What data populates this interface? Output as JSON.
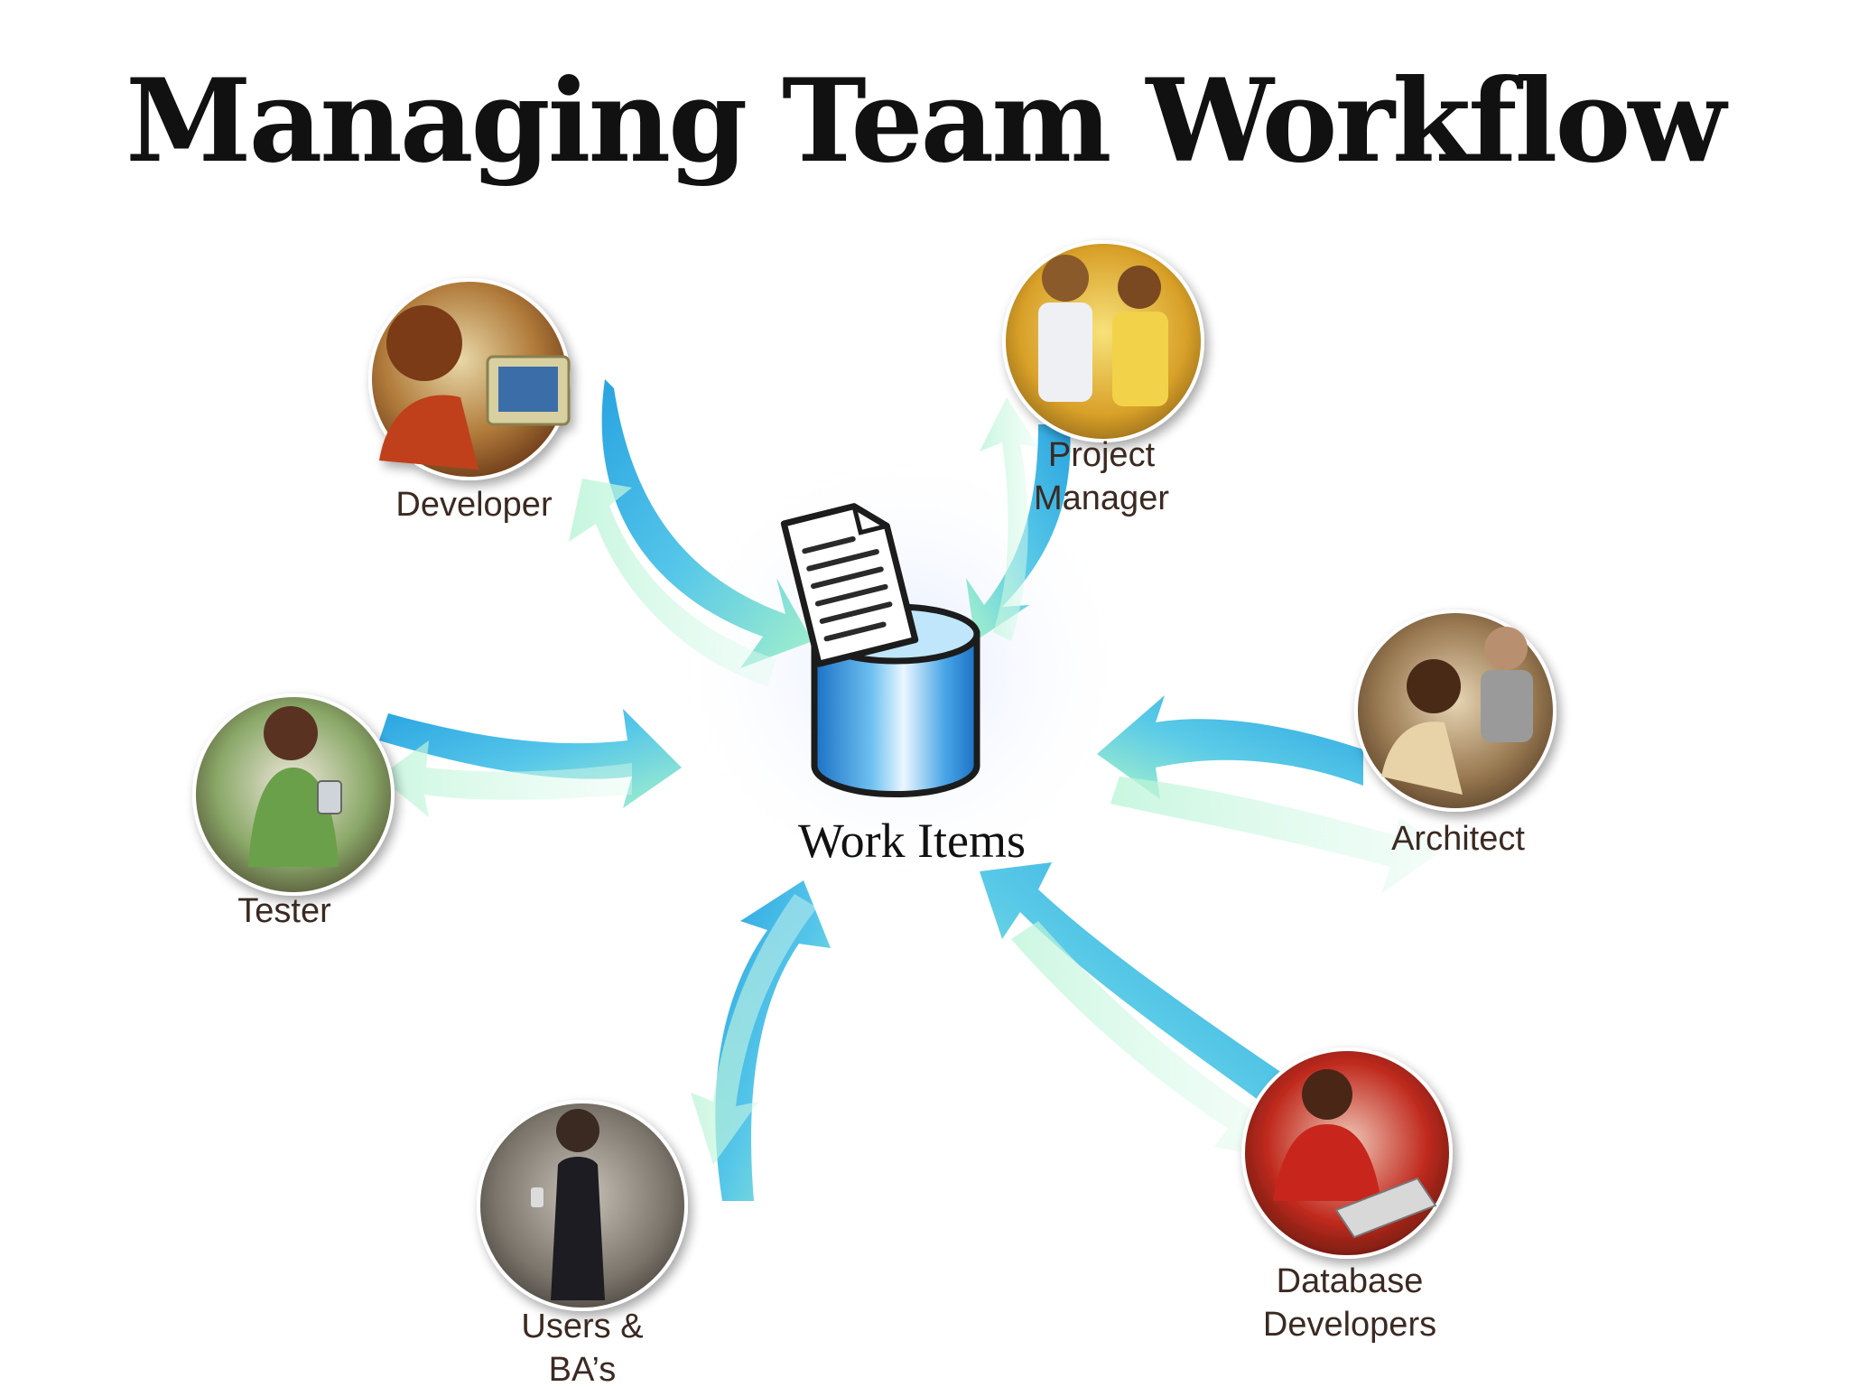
{
  "title": "Managing Team Workflow",
  "center": {
    "label": "Work Items",
    "icon": "database-document-icon"
  },
  "roles": [
    {
      "id": "developer",
      "label_lines": [
        "Developer"
      ],
      "icon": "developer-photo"
    },
    {
      "id": "project-manager",
      "label_lines": [
        "Project",
        "Manager"
      ],
      "icon": "project-manager-photo"
    },
    {
      "id": "architect",
      "label_lines": [
        "Architect"
      ],
      "icon": "architect-photo"
    },
    {
      "id": "tester",
      "label_lines": [
        "Tester"
      ],
      "icon": "tester-photo"
    },
    {
      "id": "users-bas",
      "label_lines": [
        "Users &",
        "BA’s"
      ],
      "icon": "users-photo"
    },
    {
      "id": "database-developers",
      "label_lines": [
        "Database",
        "Developers"
      ],
      "icon": "database-developer-photo"
    }
  ],
  "colors": {
    "arrow_cyan": "#2aa7e0",
    "arrow_green": "#7fe0b0",
    "cylinder_blue": "#3a9ee0",
    "label_text": "#3b2a22",
    "title_text": "#111111"
  }
}
